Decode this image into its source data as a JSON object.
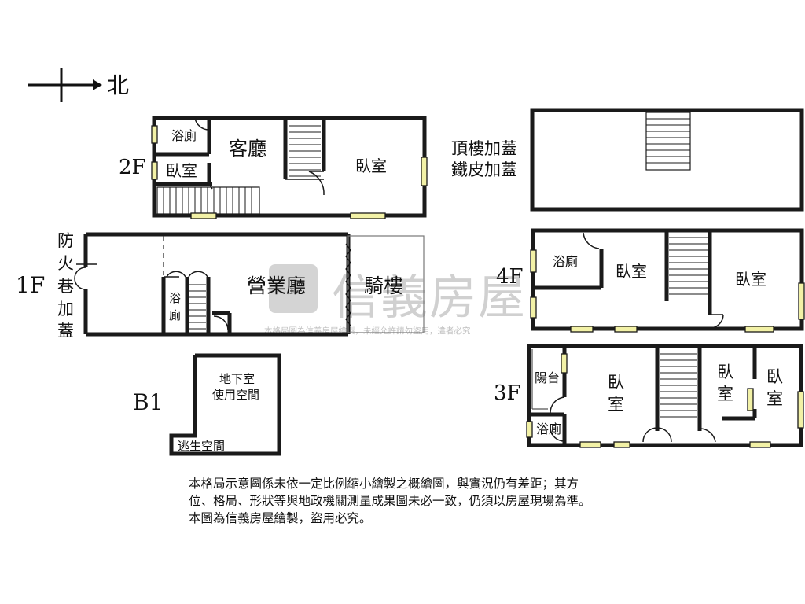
{
  "compass": {
    "north": "北"
  },
  "floors": {
    "f2": {
      "label": "2F",
      "rooms": {
        "bath": "浴廁",
        "living": "客廳",
        "bedroom_small": "臥室",
        "bedroom_large": "臥室"
      }
    },
    "f1": {
      "label": "1F",
      "rooms": {
        "fire_lane": [
          "防",
          "火",
          "巷",
          "加",
          "蓋"
        ],
        "shop": "營業廳",
        "arcade": "騎樓",
        "bath": [
          "浴",
          "廁"
        ]
      }
    },
    "b1": {
      "label": "B1",
      "rooms": {
        "basement": [
          "地下室",
          "使用空間"
        ],
        "escape": "逃生空間"
      }
    },
    "roof": {
      "rooms": {
        "addition": [
          "頂樓加蓋",
          "鐵皮加蓋"
        ]
      }
    },
    "f4": {
      "label": "4F",
      "rooms": {
        "bath": "浴廁",
        "bedroom_mid": "臥室",
        "bedroom_right": "臥室"
      }
    },
    "f3": {
      "label": "3F",
      "rooms": {
        "balcony": "陽台",
        "bath": "浴廁",
        "bedroom_a": [
          "臥",
          "室"
        ],
        "bedroom_b": [
          "臥",
          "室"
        ],
        "bedroom_c": [
          "臥",
          "室"
        ]
      }
    }
  },
  "disclaimer": [
    "本格局示意圖係未依一定比例縮小繪製之概繪圖，與實況仍有差距；其方",
    "位、格局、形狀等與地政機關測量成果圖未必一致，仍須以房屋現場為準。",
    "本圖為信義房屋繪製，盜用必究。"
  ],
  "watermark": {
    "brand": "信義房屋",
    "notice": "本格局圖為信義房屋繪製，未經允許請勿盜用，違者必究"
  }
}
